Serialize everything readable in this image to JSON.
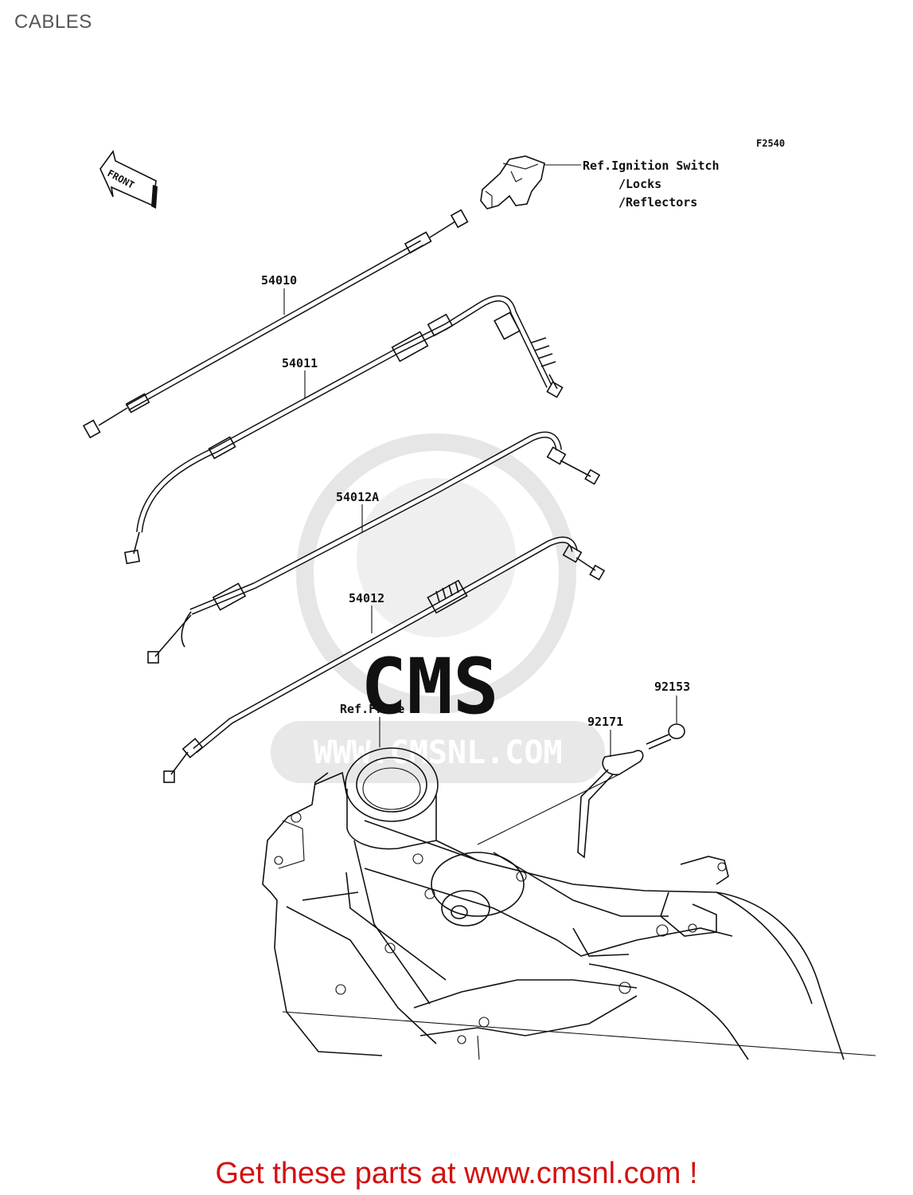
{
  "page": {
    "title": "CABLES"
  },
  "diagram": {
    "figure_code": "F2540",
    "front_arrow_label": "FRONT",
    "ref_ignition": [
      "Ref.Ignition Switch",
      "/Locks",
      "/Reflectors"
    ],
    "ref_frame": "Ref.Frame",
    "parts": {
      "p54010": "54010",
      "p54011": "54011",
      "p54012A": "54012A",
      "p54012": "54012",
      "p92153": "92153",
      "p92171": "92171"
    },
    "watermark": {
      "brand": "CMS",
      "url": "WWW.CMSNL.COM"
    }
  },
  "footer": {
    "cta": "Get these parts at www.cmsnl.com !"
  }
}
